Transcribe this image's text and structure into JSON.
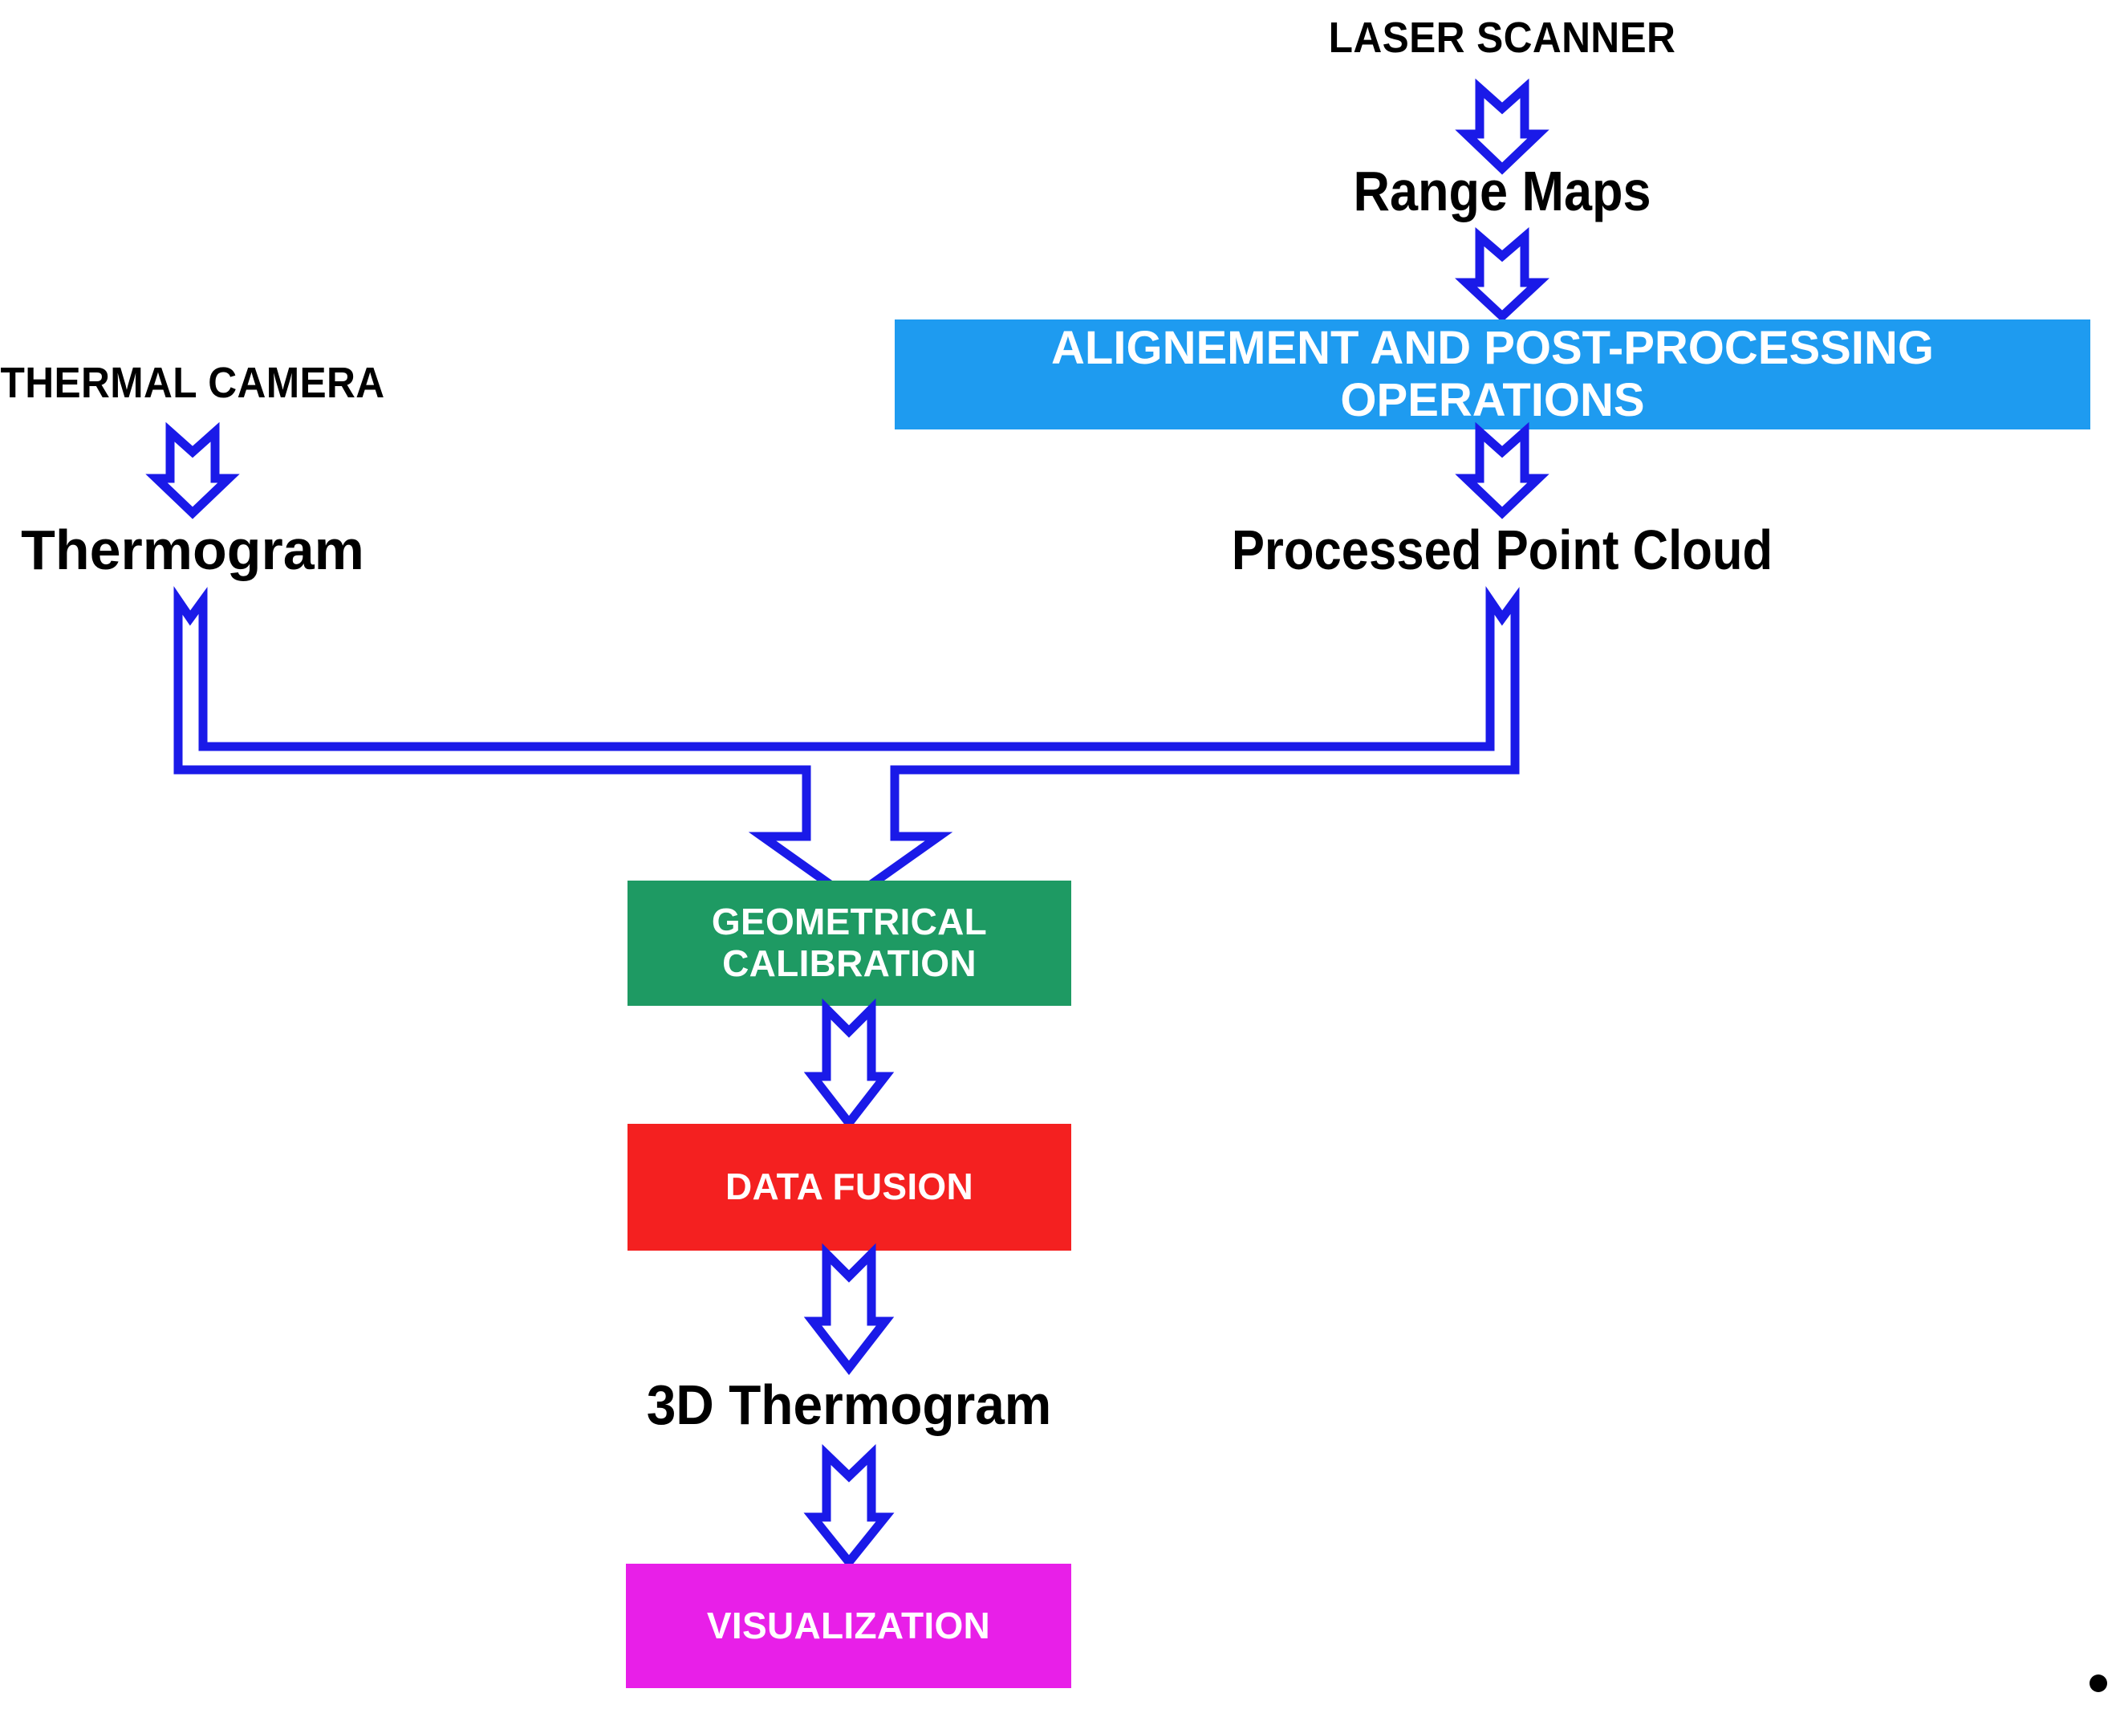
{
  "diagram": {
    "title": "3D Thermography Processing Workflow",
    "type": "flowchart",
    "background": "#ffffff",
    "arrow_color": "#1A1AE8",
    "nodes": {
      "laser_scanner": {
        "label": "LASER SCANNER",
        "style": "plain-caps"
      },
      "range_maps": {
        "label": "Range Maps",
        "style": "plain-title"
      },
      "alignment": {
        "label": "ALIGNEMENT AND POST-PROCESSING OPERATIONS",
        "style": "box",
        "color": "#1E9BF0",
        "text_color": "#ffffff"
      },
      "processed_point_cloud": {
        "label": "Processed Point Cloud",
        "style": "plain-title"
      },
      "thermal_camera": {
        "label": "THERMAL CAMERA",
        "style": "plain-caps"
      },
      "thermogram": {
        "label": "Thermogram",
        "style": "plain-title"
      },
      "geometrical_calibration": {
        "label": "GEOMETRICAL\nCALIBRATION",
        "line1": "GEOMETRICAL",
        "line2": "CALIBRATION",
        "style": "box",
        "color": "#1E9A63",
        "text_color": "#ffffff"
      },
      "data_fusion": {
        "label": "DATA FUSION",
        "style": "box",
        "color": "#F42020",
        "text_color": "#ffffff"
      },
      "thermogram_3d": {
        "label": "3D Thermogram",
        "style": "plain-title"
      },
      "visualization": {
        "label": "VISUALIZATION",
        "style": "box",
        "color": "#E81FE8",
        "text_color": "#ffffff"
      }
    },
    "edges": [
      {
        "from": "laser_scanner",
        "to": "range_maps",
        "kind": "block-arrow-down"
      },
      {
        "from": "range_maps",
        "to": "alignment",
        "kind": "block-arrow-down"
      },
      {
        "from": "alignment",
        "to": "processed_point_cloud",
        "kind": "block-arrow-down"
      },
      {
        "from": "thermal_camera",
        "to": "thermogram",
        "kind": "block-arrow-down"
      },
      {
        "from": "thermogram",
        "to": "geometrical_calibration",
        "kind": "block-arrow-merge-left"
      },
      {
        "from": "processed_point_cloud",
        "to": "geometrical_calibration",
        "kind": "block-arrow-merge-right"
      },
      {
        "from": "geometrical_calibration",
        "to": "data_fusion",
        "kind": "block-arrow-down"
      },
      {
        "from": "data_fusion",
        "to": "thermogram_3d",
        "kind": "block-arrow-down"
      },
      {
        "from": "thermogram_3d",
        "to": "visualization",
        "kind": "block-arrow-down"
      }
    ],
    "marks": {
      "period": "."
    }
  }
}
